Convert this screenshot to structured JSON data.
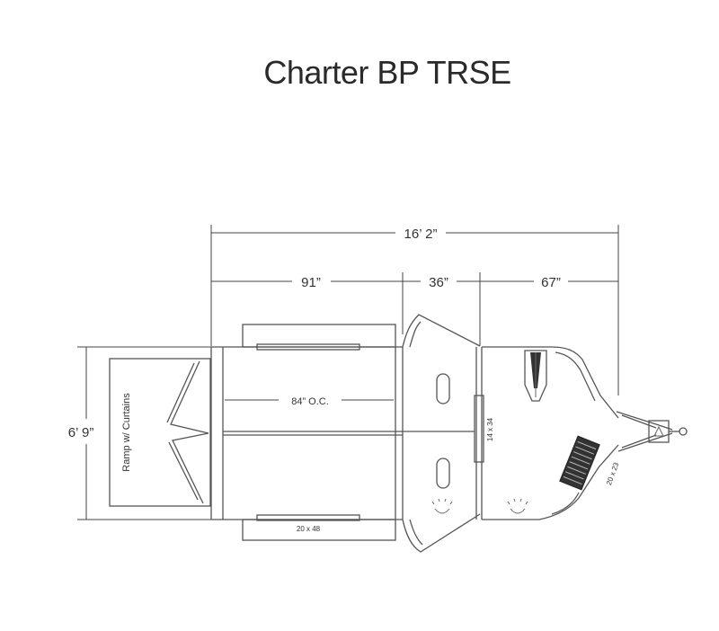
{
  "title": "Charter BP TRSE",
  "dimensions": {
    "overall_length": "16’ 2”",
    "section_a": "91”",
    "section_b": "36”",
    "section_c": "67”",
    "width": "6’ 9”",
    "stall_oc": "84” O.C."
  },
  "labels": {
    "ramp": "Ramp w/ Curtains",
    "door_size": "14 x 34",
    "window_size": "20 x 48",
    "vent_size": "20 x 23"
  },
  "colors": {
    "line": "#555555",
    "text": "#333333",
    "fill_dark": "#333333"
  }
}
